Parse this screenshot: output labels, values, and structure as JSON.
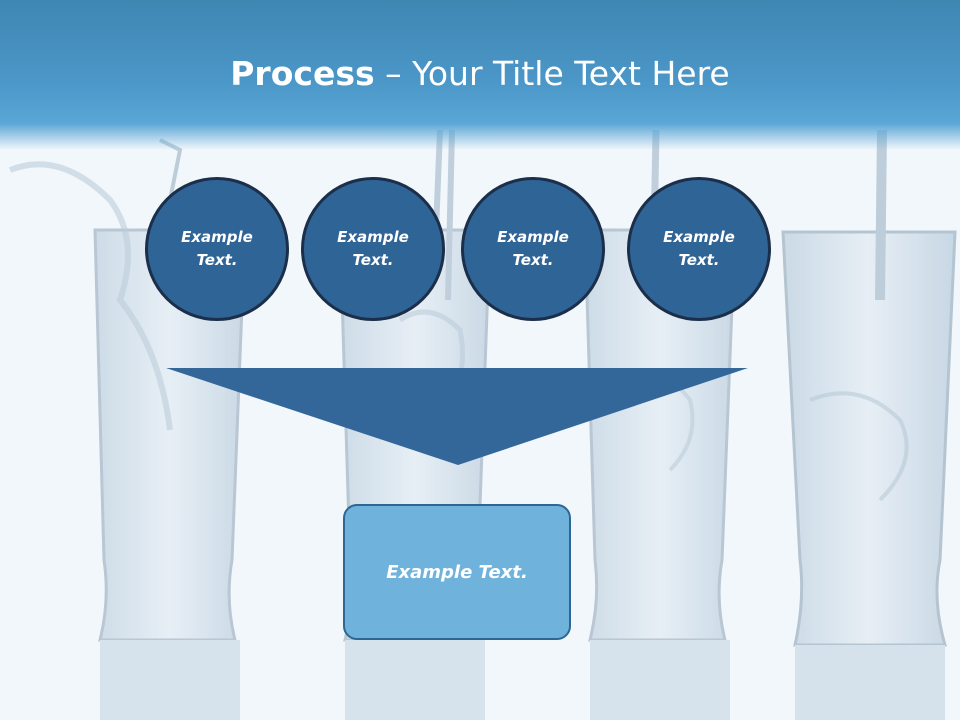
{
  "slide": {
    "title_bold": "Process",
    "title_rest": " – Your Title Text Here"
  },
  "circles": [
    {
      "line1": "Example",
      "line2": "Text."
    },
    {
      "line1": "Example",
      "line2": "Text."
    },
    {
      "line1": "Example",
      "line2": "Text."
    },
    {
      "line1": "Example",
      "line2": "Text."
    }
  ],
  "result_box": {
    "label": "Example Text."
  },
  "colors": {
    "header_blue": "#4b97c8",
    "circle_fill": "#2f6496",
    "circle_border": "#1b2f4a",
    "funnel_fill": "#336699",
    "box_fill": "#6fb3dd",
    "box_border": "#2e6793",
    "background": "#f3f8fc"
  },
  "background_image": "water-glasses-photo"
}
